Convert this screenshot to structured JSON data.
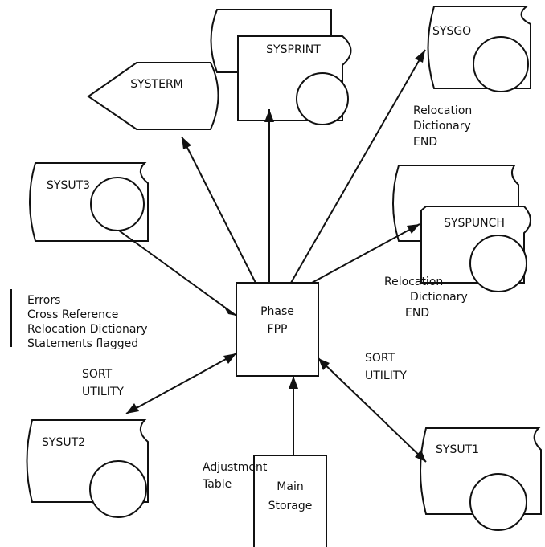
{
  "center": {
    "line1": "Phase",
    "line2": "FPP"
  },
  "main_storage": {
    "line1": "Main",
    "line2": "Storage"
  },
  "devices": {
    "systerm": "SYSTERM",
    "sysprint": "SYSPRINT",
    "sysgo": "SYSGO",
    "sysut3": "SYSUT3",
    "syspunch": "SYSPUNCH",
    "sysut2": "SYSUT2",
    "sysut1": "SYSUT1"
  },
  "labels": {
    "sysgo_output": [
      "Relocation",
      "Dictionary",
      "END"
    ],
    "syspunch_output": [
      "Relocation",
      "Dictionary",
      "END"
    ],
    "sysut3_input": [
      "Errors",
      "Cross Reference",
      "Relocation Dictionary",
      "Statements flagged"
    ],
    "sysut2_link": [
      "SORT",
      "UTILITY"
    ],
    "sysut1_link": [
      "SORT",
      "UTILITY"
    ],
    "main_storage_input": [
      "Adjustment",
      "Table"
    ]
  }
}
